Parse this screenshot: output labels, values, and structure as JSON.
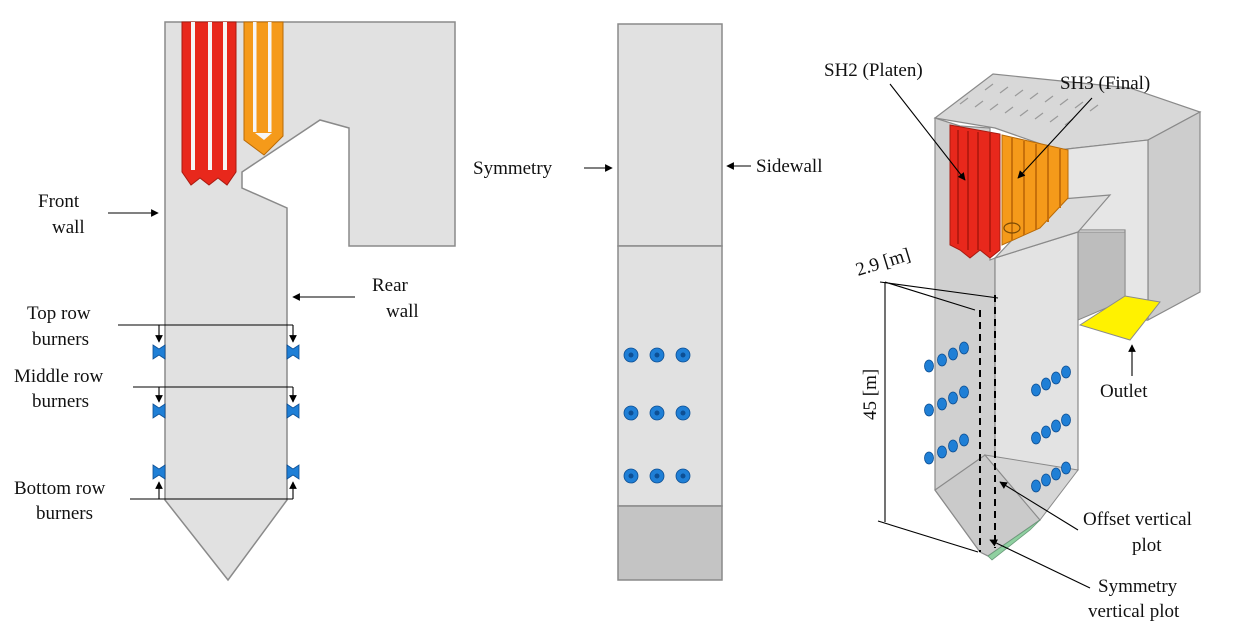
{
  "colors": {
    "wall_fill": "#e1e1e1",
    "wall_stroke": "#8a8a8a",
    "sh2_red": "#e8281c",
    "sh3_orange": "#f59a1a",
    "burner_blue": "#1f7fd6",
    "outlet_yellow": "#fff200"
  },
  "side_view": {
    "front_wall_line1": "Front",
    "front_wall_line2": "wall",
    "rear_wall_line1": "Rear",
    "rear_wall_line2": "wall",
    "top_row_line1": "Top row",
    "top_row_line2": "burners",
    "middle_row_line1": "Middle row",
    "middle_row_line2": "burners",
    "bottom_row_line1": "Bottom row",
    "bottom_row_line2": "burners"
  },
  "front_view": {
    "symmetry_label": "Symmetry",
    "sidewall_label": "Sidewall"
  },
  "iso_view": {
    "sh2_label": "SH2 (Platen)",
    "sh3_label": "SH3 (Final)",
    "width_dim": "2.9 [m]",
    "height_dim": "45 [m]",
    "outlet_label": "Outlet",
    "offset_plot_line1": "Offset vertical",
    "offset_plot_line2": "plot",
    "symmetry_plot_line1": "Symmetry",
    "symmetry_plot_line2": "vertical plot"
  }
}
